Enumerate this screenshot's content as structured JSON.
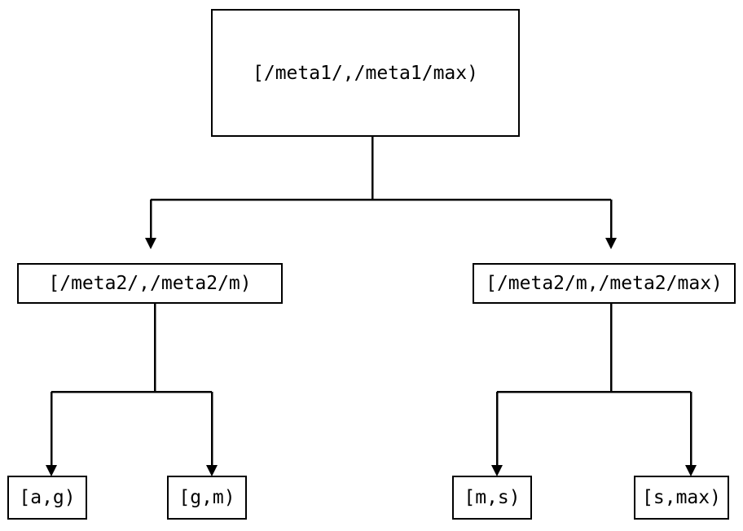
{
  "diagram": {
    "type": "tree",
    "title": "",
    "background_color": "#ffffff",
    "stroke_color": "#000000",
    "text_color": "#000000",
    "root": {
      "label": "[/meta1/,/meta1/max)"
    },
    "level2": [
      {
        "label": "[/meta2/,/meta2/m)"
      },
      {
        "label": "[/meta2/m,/meta2/max)"
      }
    ],
    "leaves": [
      {
        "label": "[a,g)"
      },
      {
        "label": "[g,m)"
      },
      {
        "label": "[m,s)"
      },
      {
        "label": "[s,max)"
      }
    ]
  }
}
